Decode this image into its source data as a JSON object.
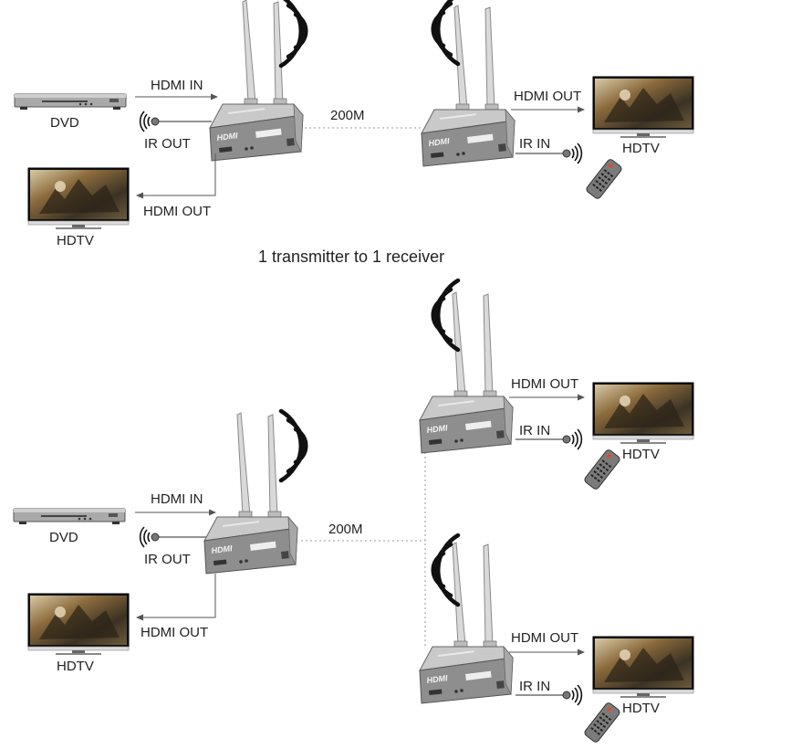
{
  "colors": {
    "line": "#555555",
    "dotted": "#9a9a9a",
    "box_top": "#c9c9c9",
    "box_front": "#8e8e8e",
    "box_side": "#a8a8a8",
    "antenna": "#d8d8d8",
    "antenna_edge": "#8a8a8a",
    "remote": "#7a7a7a",
    "remote_button": "#e04a2a",
    "screen_dark": "#3b3224",
    "screen_mid": "#8a6a3c",
    "screen_light": "#d8c9a6"
  },
  "icons": {
    "wifi": "wifi-waves-icon",
    "ir_sensor": "ir-sensor-icon",
    "remote": "remote-control-icon",
    "dvd": "dvd-player-icon",
    "tv": "tv-icon"
  },
  "diagram1": {
    "dvd_label": "DVD",
    "hdmi_in": "HDMI IN",
    "ir_out": "IR OUT",
    "hdmi_out_tx": "HDMI OUT",
    "hdtv_local": "HDTV",
    "distance": "200M",
    "hdmi_out_rx": "HDMI OUT",
    "ir_in": "IR IN",
    "hdtv_remote": "HDTV",
    "caption": "1 transmitter to 1 receiver"
  },
  "diagram2": {
    "dvd_label": "DVD",
    "hdmi_in": "HDMI IN",
    "ir_out": "IR OUT",
    "hdmi_out_tx": "HDMI OUT",
    "hdtv_local": "HDTV",
    "distance": "200M",
    "receivers": [
      {
        "hdmi_out": "HDMI OUT",
        "ir_in": "IR IN",
        "hdtv": "HDTV"
      },
      {
        "hdmi_out": "HDMI OUT",
        "ir_in": "IR IN",
        "hdtv": "HDTV"
      }
    ]
  },
  "device": {
    "brand_logo": "HDMI"
  }
}
